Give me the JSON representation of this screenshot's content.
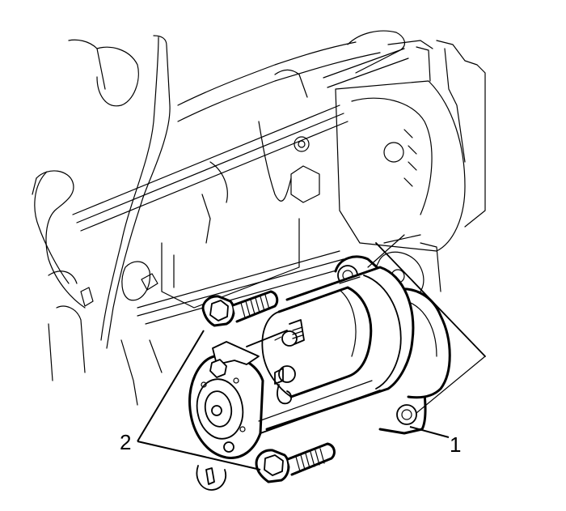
{
  "figure": {
    "subject": "Starter motor removal/installation illustration",
    "colors": {
      "line": "#000000",
      "background": "#ffffff"
    },
    "callouts": [
      {
        "id": "1",
        "label": "1",
        "refers_to": "starter motor"
      },
      {
        "id": "2",
        "label": "2",
        "refers_to": "starter motor bolts"
      }
    ]
  }
}
